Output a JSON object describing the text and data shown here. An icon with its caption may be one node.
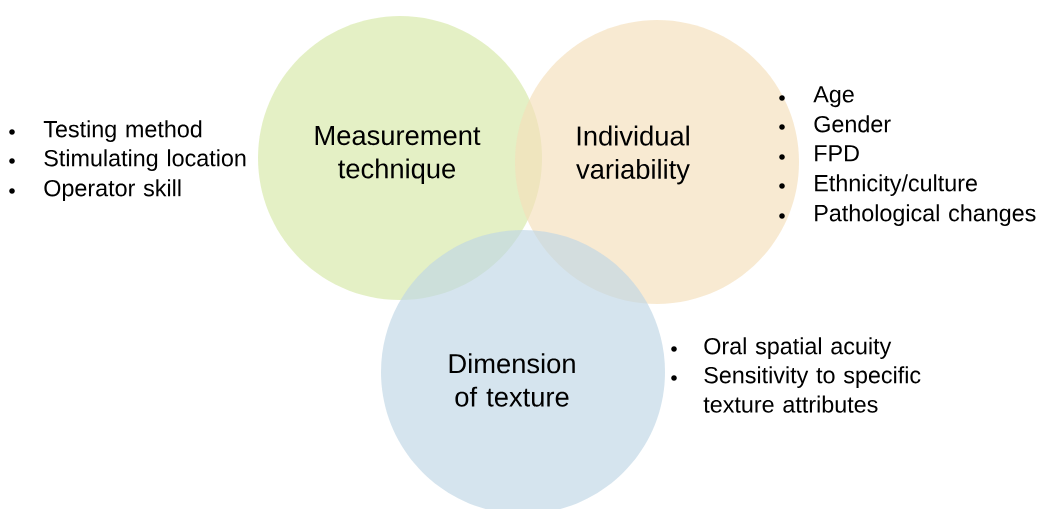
{
  "diagram": {
    "nodes": [
      {
        "text": [
          "Measurement technique"
        ],
        "beside": [
          "Testing method",
          "Stimulating location",
          "Operator skill"
        ]
      },
      {
        "text": [
          "Individual variability"
        ],
        "beside": [
          "Age",
          "Gender",
          "FPD",
          "Ethnicity/culture",
          "Pathological changes"
        ]
      },
      {
        "text": [
          "Dimension of texture"
        ],
        "beside": [
          "Oral spatial acuity",
          "Sensitivity to specific texture attributes"
        ]
      }
    ]
  }
}
